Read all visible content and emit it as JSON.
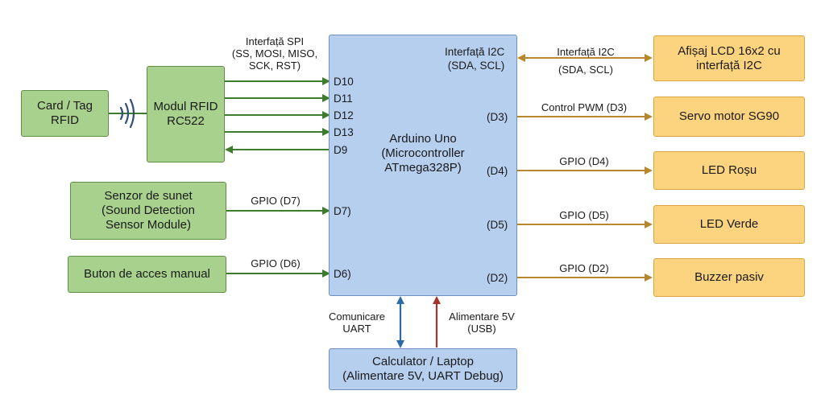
{
  "colors": {
    "input_box": "#a9d18e",
    "mcu_box": "#b6cfee",
    "output_box": "#fcd37f",
    "input_wire": "#3f7d2e",
    "output_wire": "#b8862c",
    "uart_wire": "#2b6ca8",
    "power_wire": "#a8322b"
  },
  "nodes": {
    "card": "Card / Tag\nRFID",
    "rfid": "Modul RFID\nRC522",
    "sound": "Senzor de sunet\n(Sound Detection\nSensor Module)",
    "button": "Buton de acces manual",
    "mcu": "Arduino Uno\n(Microcontroller\nATmega328P)",
    "lcd": "Afișaj LCD 16x2 cu\ninterfață I2C",
    "servo": "Servo motor SG90",
    "led_red": "LED Roșu",
    "led_green": "LED Verde",
    "buzzer": "Buzzer pasiv",
    "pc": "Calculator / Laptop\n(Alimentare 5V, UART Debug)"
  },
  "pins": {
    "d10": "D10",
    "d11": "D11",
    "d12": "D12",
    "d13": "D13",
    "d9": "D9",
    "d7": "D7)",
    "d6": "D6)",
    "i2c": "Interfață I2C\n(SDA, SCL)",
    "d3": "(D3)",
    "d4": "(D4)",
    "d5": "(D5)",
    "d2": "(D2)"
  },
  "labels": {
    "spi": "Interfață SPI\n(SS, MOSI, MISO,\nSCK, RST)",
    "gpio_d7": "GPIO (D7)",
    "gpio_d6": "GPIO (D6)",
    "i2c_link": "Interfață I2C\n(SDA, SCL)",
    "pwm_d3": "Control PWM (D3)",
    "gpio_d4": "GPIO (D4)",
    "gpio_d5": "GPIO (D5)",
    "gpio_d2": "GPIO (D2)",
    "uart": "Comunicare\nUART",
    "power": "Alimentare 5V\n(USB)"
  },
  "icons": {
    "rfid_signal": "wireless-signal-icon"
  }
}
